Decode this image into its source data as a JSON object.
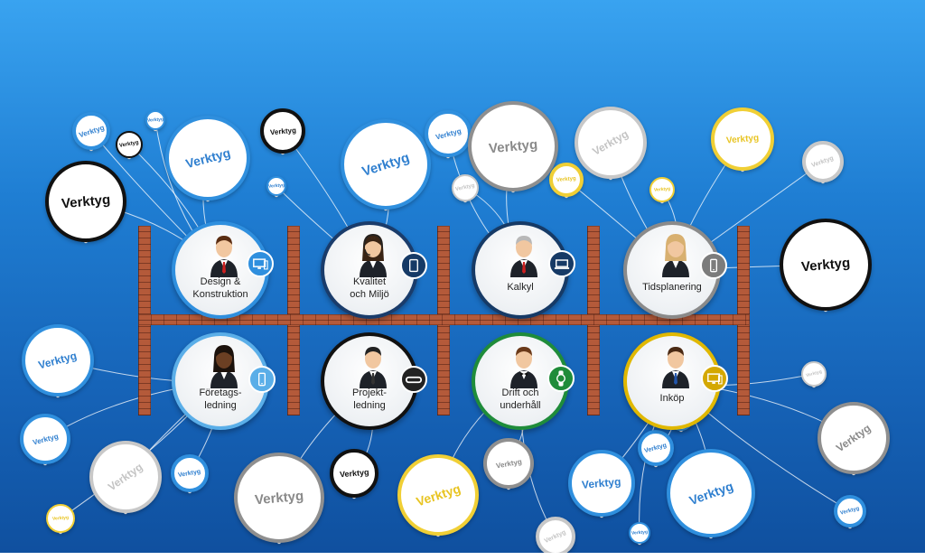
{
  "balloon_text": "Verktyg",
  "roles": [
    {
      "label_lines": [
        "Design &",
        "Konstruktion"
      ],
      "ring_color": "#2f8fde",
      "badge_color": "#2f8fde",
      "badge_icon": "desktop-icon",
      "person": "man-red-tie"
    },
    {
      "label_lines": [
        "Kvalitet",
        "och Miljö"
      ],
      "ring_color": "#1a3c6b",
      "badge_color": "#163a66",
      "badge_icon": "tablet-icon",
      "person": "woman-headset"
    },
    {
      "label_lines": [
        "Kalkyl"
      ],
      "ring_color": "#163a66",
      "badge_color": "#163a66",
      "badge_icon": "laptop-icon",
      "person": "older-man"
    },
    {
      "label_lines": [
        "Tidsplanering"
      ],
      "ring_color": "#8a8a8a",
      "badge_color": "#7c7c7c",
      "badge_icon": "smartphone-icon",
      "person": "woman-blonde"
    },
    {
      "label_lines": [
        "Företags-",
        "ledning"
      ],
      "ring_color": "#5aaee8",
      "badge_color": "#5aaee8",
      "badge_icon": "smartphone-icon",
      "person": "woman-dark"
    },
    {
      "label_lines": [
        "Projekt-",
        "ledning"
      ],
      "ring_color": "#111111",
      "badge_color": "#222222",
      "badge_icon": "vr-headset-icon",
      "person": "man-suit"
    },
    {
      "label_lines": [
        "Drift och",
        "underhåll"
      ],
      "ring_color": "#1f8c3a",
      "badge_color": "#1f8c3a",
      "badge_icon": "smartwatch-icon",
      "person": "man-bowtie"
    },
    {
      "label_lines": [
        "Inköp"
      ],
      "ring_color": "#e0b800",
      "badge_color": "#d4a800",
      "badge_icon": "desktop-icon",
      "person": "man-blue-tie"
    }
  ],
  "colors": {
    "background_top": "#39a3f0",
    "background_bottom": "#0f4f9e",
    "brick": "#b45a3a",
    "blue": "#2f8fde",
    "black": "#111111",
    "gray": "#8f8f8f",
    "yellow": "#f0cf35"
  }
}
